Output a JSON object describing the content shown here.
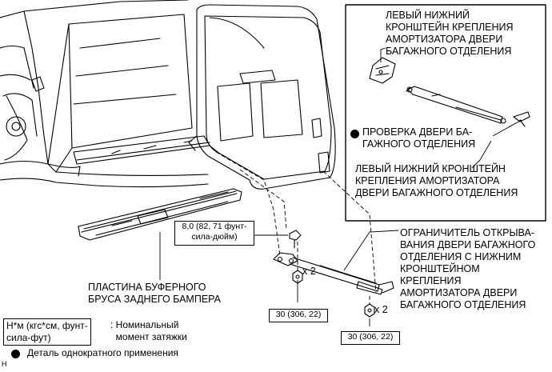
{
  "labels": {
    "left_lower_bracket_top": "ЛЕВЫЙ НИЖНИЙ\nКРОНШТЕЙН КРЕПЛЕНИЯ\nАМОРТИЗАТОРА ДВЕРИ\nБАГАЖНОГО ОТДЕЛЕНИЯ",
    "back_door_check": "ПРОВЕРКА ДВЕРИ БА-\nГАЖНОГО ОТДЕЛЕНИЯ",
    "left_lower_bracket_bottom": "ЛЕВЫЙ НИЖНИЙ КРОНШТЕЙН\nКРЕПЛЕНИЯ АМОРТИЗАТОРА\nДВЕРИ БАГАЖНОГО ОТДЕЛЕНИЯ",
    "stay_assembly": "ОГРАНИЧИТЕЛЬ ОТКРЫВА-\nВАНИЯ ДВЕРИ БАГАЖНОГО\nОТДЕЛЕНИЯ С НИЖНИМ\nКРОНШТЕЙНОМ\nКРЕПЛЕНИЯ\nАМОРТИЗАТОРА ДВЕРИ\nБАГАЖНОГО ОТДЕЛЕНИЯ",
    "bumper_plate": "ПЛАСТИНА БУФЕРНОГО\nБРУСА ЗАДНЕГО БАМПЕРА"
  },
  "torque": {
    "bolt": "8,0 (82, 71 фунт-\nсила-дюйм)",
    "nut_left": "30 (306, 22)",
    "nut_right": "30 (306, 22)"
  },
  "multipliers": {
    "left": "x 2",
    "right": "x 2"
  },
  "legend": {
    "units_box": "H*м (кгс*см, фунт-\nсила-фут)",
    "units_desc": ": Номинальный\n  момент затяжки",
    "non_reusable": "Деталь однократного применения",
    "corner_mark": "H"
  }
}
